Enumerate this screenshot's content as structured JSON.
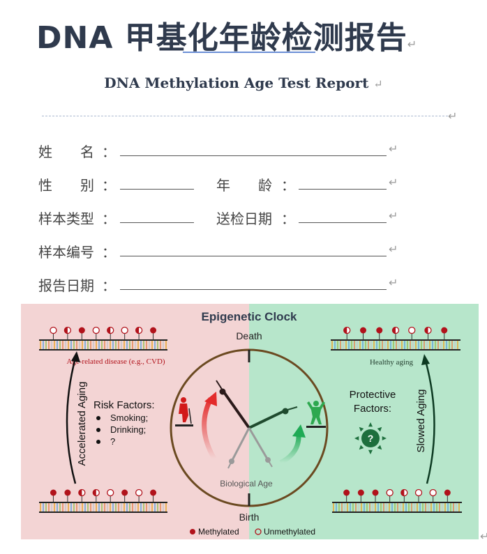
{
  "title": "DNA 甲基化年龄检测报告",
  "subtitle": "DNA Methylation Age Test Report",
  "paragraph_mark": "↵",
  "form": {
    "name_label": "姓　　名",
    "gender_label": "性　　别",
    "age_label": "年　　龄",
    "sample_type_label": "样本类型",
    "submit_date_label": "送检日期",
    "sample_no_label": "样本编号",
    "report_date_label": "报告日期",
    "colon": "："
  },
  "figure": {
    "title": "Epigenetic Clock",
    "death": "Death",
    "birth": "Birth",
    "biological_age": "Biological Age",
    "accelerated_aging": "Accelerated Aging",
    "slowed_aging": "Slowed Aging",
    "age_related_disease": "Age-related disease (e.g., CVD)",
    "healthy_aging": "Healthy aging",
    "risk_title": "Risk Factors:",
    "risk_items": [
      "Smoking;",
      "Drinking;",
      "?"
    ],
    "protective_title_1": "Protective",
    "protective_title_2": "Factors:",
    "question": "?",
    "legend_methylated": "Methylated",
    "legend_unmethylated": "Unmethylated",
    "colors": {
      "left_bg": "#f3d4d4",
      "right_bg": "#b7e6cb",
      "methylated": "#b1121b",
      "accel_arrow": "#e63a3a",
      "slow_arrow": "#2db36a",
      "title_color": "#2f3a4d"
    }
  }
}
